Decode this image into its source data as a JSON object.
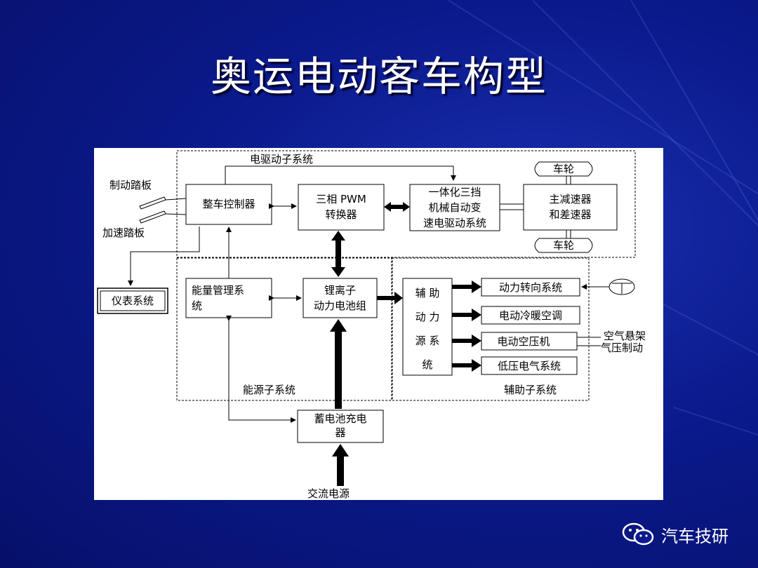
{
  "slide": {
    "title": "奥运电动客车构型"
  },
  "diagram": {
    "nodes": {
      "brake_pedal": "制动踏板",
      "accel_pedal": "加速踏板",
      "vcu": "整车控制器",
      "pwm": "三相 PWM\n转换器",
      "amt": "一体化三挡\n机械自动变\n速电驱动系统",
      "wheel_top": "车轮",
      "wheel_bottom": "车轮",
      "final_drive": "主减速器\n和差速器",
      "dashboard": "仪表系统",
      "energy_mgmt": "能量管理系\n统",
      "battery": "锂离子\n动力电池组",
      "aux_power": "辅  助\n动  力\n源  系\n统",
      "power_steering": "动力转向系统",
      "hvac": "电动冷暖空调",
      "compressor": "电动空压机",
      "lv_electrical": "低压电气系统",
      "charger": "蓄电池充电\n器",
      "ac_source": "交流电源",
      "air_suspension": "空气悬架",
      "air_brake": "气压制动"
    },
    "subsystems": {
      "drive": "电驱动子系统",
      "energy": "能源子系统",
      "aux": "辅助子系统"
    }
  },
  "watermark": {
    "text": "汽车技研",
    "icon": "wechat-icon"
  }
}
